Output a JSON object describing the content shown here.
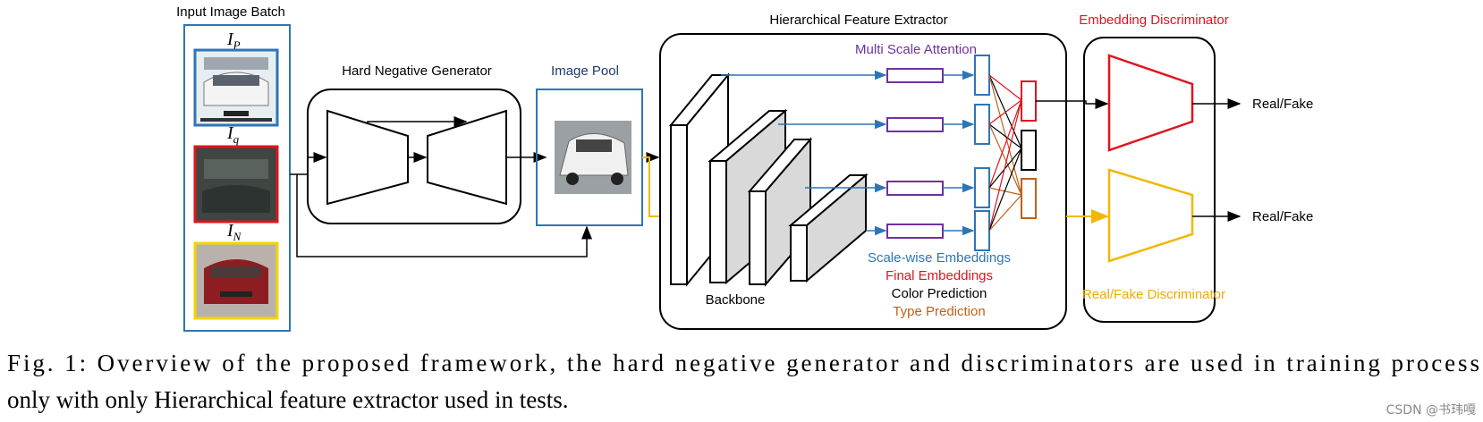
{
  "input_batch": {
    "title": "Input Image Batch",
    "ip_main": "I",
    "ip_sub": "P",
    "iq_main": "I",
    "iq_sub": "q",
    "in_main": "I",
    "in_sub": "N"
  },
  "generator": {
    "title": "Hard Negative Generator"
  },
  "image_pool": {
    "title": "Image Pool"
  },
  "extractor": {
    "title": "Hierarchical Feature Extractor",
    "attention_label": "Multi Scale Attention",
    "backbone_label": "Backbone",
    "legend": [
      {
        "text": "Scale-wise Embeddings",
        "color": "#2E75B6"
      },
      {
        "text": "Final Embeddings",
        "color": "#E0141E"
      },
      {
        "text": "Color Prediction",
        "color": "#000000"
      },
      {
        "text": "Type Prediction",
        "color": "#C0601A"
      }
    ]
  },
  "embedding_discriminator": {
    "title": "Embedding Discriminator",
    "output": "Real/Fake"
  },
  "realfake_discriminator": {
    "title": "Real/Fake Discriminator",
    "output": "Real/Fake"
  },
  "caption": {
    "line1": "Fig. 1: Overview of the proposed framework, the hard negative generator and discriminators are used in training process",
    "line2": "only with only Hierarchical feature extractor used in tests."
  },
  "watermark": "CSDN @书玮嘎",
  "colors": {
    "blue": "#2E75B6",
    "red": "#E0141E",
    "orange": "#C0601A",
    "yellow": "#F2B705",
    "purple": "#7030A0",
    "navy": "#1F3A6E"
  }
}
